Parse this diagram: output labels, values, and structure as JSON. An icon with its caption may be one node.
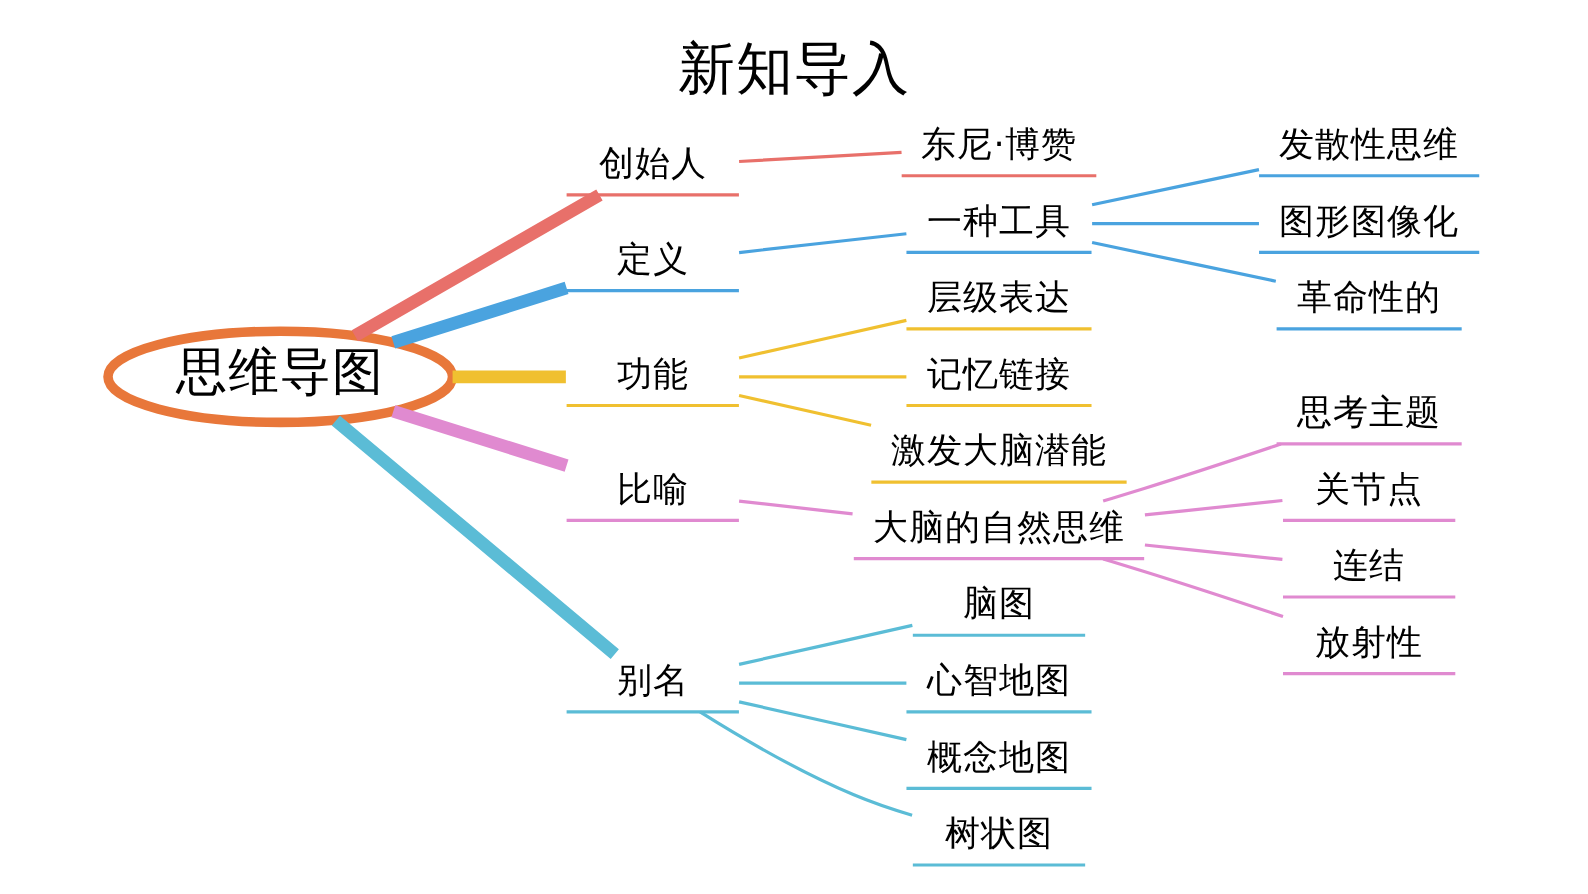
{
  "diagram": {
    "title": "新知导入",
    "nodes": [
      {
        "text": [
          "思维导图"
        ]
      },
      {
        "text": [
          "创始人"
        ]
      },
      {
        "text": [
          "东尼·博赞"
        ]
      },
      {
        "text": [
          "定义"
        ]
      },
      {
        "text": [
          "一种工具"
        ]
      },
      {
        "text": [
          "发散性思维"
        ]
      },
      {
        "text": [
          "图形图像化"
        ]
      },
      {
        "text": [
          "革命性的"
        ]
      },
      {
        "text": [
          "功能"
        ]
      },
      {
        "text": [
          "层级表达"
        ]
      },
      {
        "text": [
          "记忆链接"
        ]
      },
      {
        "text": [
          "激发大脑潜能"
        ]
      },
      {
        "text": [
          "比喻"
        ]
      },
      {
        "text": [
          "大脑的自然思维"
        ]
      },
      {
        "text": [
          "思考主题"
        ]
      },
      {
        "text": [
          "关节点"
        ]
      },
      {
        "text": [
          "连结"
        ]
      },
      {
        "text": [
          "放射性"
        ]
      },
      {
        "text": [
          "别名"
        ]
      },
      {
        "text": [
          "脑图"
        ]
      },
      {
        "text": [
          "心智地图"
        ]
      },
      {
        "text": [
          "概念地图"
        ]
      },
      {
        "text": [
          "树状图"
        ]
      }
    ],
    "edges": [
      {
        "from": 0,
        "to": 1,
        "arrow": "none",
        "style": "thick",
        "color": "#e8706a"
      },
      {
        "from": 1,
        "to": 2,
        "arrow": "none",
        "color": "#e8706a"
      },
      {
        "from": 0,
        "to": 3,
        "arrow": "none",
        "style": "thick",
        "color": "#4aa3df"
      },
      {
        "from": 3,
        "to": 4,
        "arrow": "none",
        "color": "#4aa3df"
      },
      {
        "from": 4,
        "to": 5,
        "arrow": "none",
        "color": "#4aa3df"
      },
      {
        "from": 4,
        "to": 6,
        "arrow": "none",
        "color": "#4aa3df"
      },
      {
        "from": 4,
        "to": 7,
        "arrow": "none",
        "color": "#4aa3df"
      },
      {
        "from": 0,
        "to": 8,
        "arrow": "none",
        "style": "thick",
        "color": "#f0c030"
      },
      {
        "from": 8,
        "to": 9,
        "arrow": "none",
        "color": "#f0c030"
      },
      {
        "from": 8,
        "to": 10,
        "arrow": "none",
        "color": "#f0c030"
      },
      {
        "from": 8,
        "to": 11,
        "arrow": "none",
        "color": "#f0c030"
      },
      {
        "from": 0,
        "to": 12,
        "arrow": "none",
        "style": "thick",
        "color": "#e08ad0"
      },
      {
        "from": 12,
        "to": 13,
        "arrow": "none",
        "color": "#e08ad0"
      },
      {
        "from": 13,
        "to": 14,
        "arrow": "none",
        "color": "#e08ad0"
      },
      {
        "from": 13,
        "to": 15,
        "arrow": "none",
        "color": "#e08ad0"
      },
      {
        "from": 13,
        "to": 16,
        "arrow": "none",
        "color": "#e08ad0"
      },
      {
        "from": 13,
        "to": 17,
        "arrow": "none",
        "color": "#e08ad0"
      },
      {
        "from": 0,
        "to": 18,
        "arrow": "none",
        "style": "thick",
        "color": "#5bbcd6"
      },
      {
        "from": 18,
        "to": 19,
        "arrow": "none",
        "color": "#5bbcd6"
      },
      {
        "from": 18,
        "to": 20,
        "arrow": "none",
        "color": "#5bbcd6"
      },
      {
        "from": 18,
        "to": 21,
        "arrow": "none",
        "color": "#5bbcd6"
      },
      {
        "from": 18,
        "to": 22,
        "arrow": "none",
        "color": "#5bbcd6"
      }
    ]
  }
}
